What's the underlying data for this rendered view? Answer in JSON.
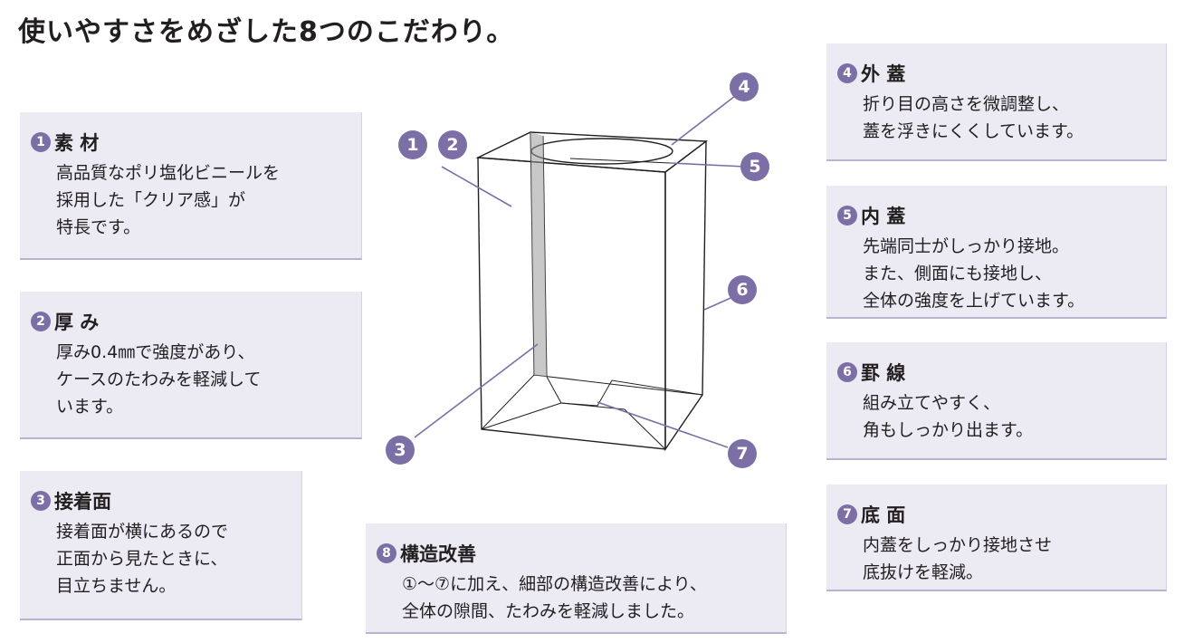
{
  "title": "使いやすさをめざした8つのこだわり。",
  "features": [
    {
      "num": "1",
      "heading": "素 材",
      "body": "高品質なポリ塩化ビニールを\n採用した「クリア感」が\n特長です。"
    },
    {
      "num": "2",
      "heading": "厚 み",
      "body": "厚み0.4㎜で強度があり、\nケースのたわみを軽減して\nいます。"
    },
    {
      "num": "3",
      "heading": "接着面",
      "body": "接着面が横にあるので\n正面から見たときに、\n目立ちません。"
    },
    {
      "num": "4",
      "heading": "外 蓋",
      "body": "折り目の高さを微調整し、\n蓋を浮きにくくしています。"
    },
    {
      "num": "5",
      "heading": "内 蓋",
      "body": "先端同士がしっかり接地。\nまた、側面にも接地し、\n全体の強度を上げています。"
    },
    {
      "num": "6",
      "heading": "罫 線",
      "body": "組み立てやすく、\n角もしっかり出ます。"
    },
    {
      "num": "7",
      "heading": "底 面",
      "body": "内蓋をしっかり接地させ\n底抜けを軽減。"
    },
    {
      "num": "8",
      "heading": "構造改善",
      "body": "①～⑦に加え、細部の構造改善により、\n全体の隙間、たわみを軽減しました。"
    }
  ],
  "callouts": [
    "1",
    "2",
    "3",
    "4",
    "5",
    "6",
    "7"
  ],
  "colors": {
    "accent": "#7b6fa6",
    "panel": "#eceaf3",
    "line": "#231f20"
  }
}
